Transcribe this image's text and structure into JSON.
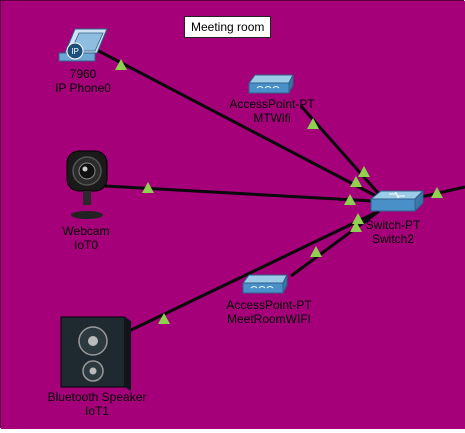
{
  "colors": {
    "background": "#a5007a",
    "link": "#0a0a0a",
    "link_indicator": "#8fd14f",
    "device_blue": "#4a90c8"
  },
  "room": {
    "title": "Meeting room"
  },
  "devices": {
    "phone": {
      "model": "7960",
      "name": "IP Phone0",
      "badge": "IP",
      "icon": "ip-phone-icon"
    },
    "ap1": {
      "model": "AccessPoint-PT",
      "name": "MTWifi",
      "icon": "access-point-icon"
    },
    "webcam": {
      "model": "Webcam",
      "name": "IoT0",
      "icon": "webcam-icon"
    },
    "switch": {
      "model": "Switch-PT",
      "name": "Switch2",
      "icon": "switch-icon"
    },
    "ap2": {
      "model": "AccessPoint-PT",
      "name": "MeetRoomWIFI",
      "icon": "access-point-icon"
    },
    "speaker": {
      "model": "Bluetooth Speaker",
      "name": "IoT1",
      "icon": "speaker-icon"
    }
  }
}
